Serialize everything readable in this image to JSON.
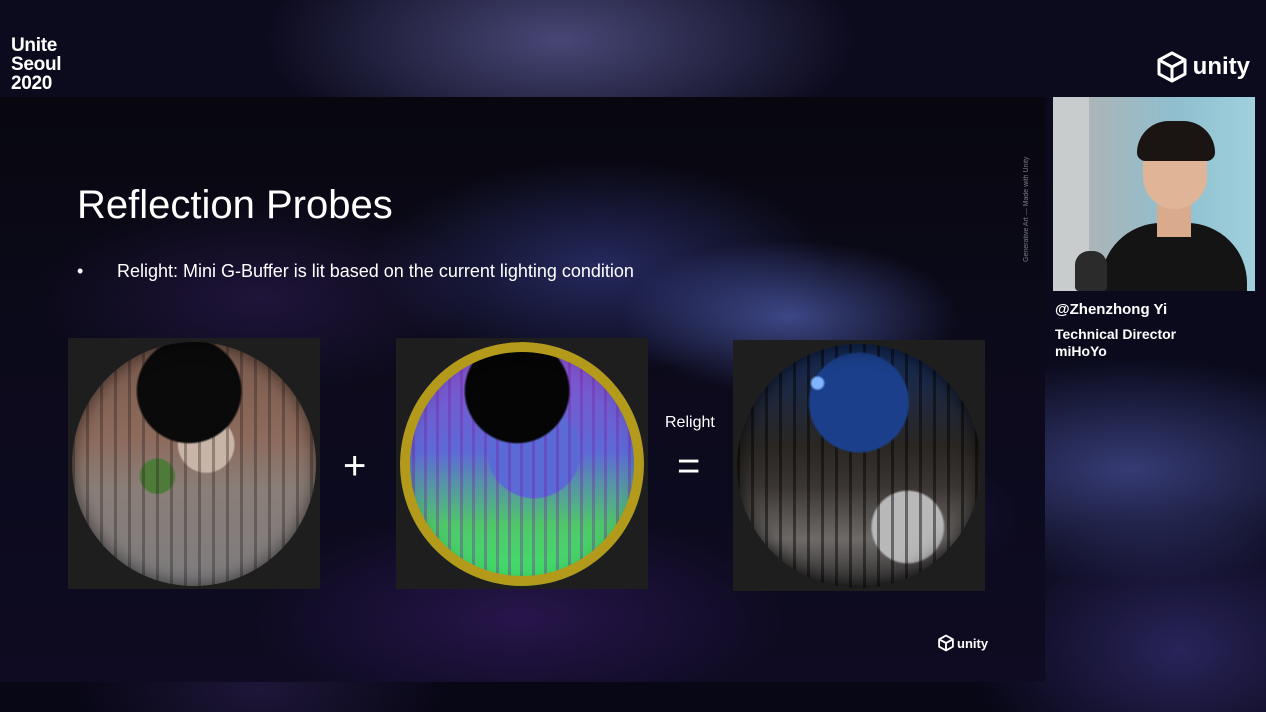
{
  "event": {
    "line1": "Unite",
    "line2": "Seoul",
    "line3": "2020"
  },
  "top_logo": {
    "text": "unity"
  },
  "slide": {
    "vertical_credit": "Generative Art — Made with Unity",
    "title": "Reflection Probes",
    "bullet_symbol": "•",
    "bullet": "Relight: Mini G-Buffer is lit based on the current lighting condition",
    "plus": "+",
    "equals": "=",
    "relight_label": "Relight",
    "footer_logo": "unity"
  },
  "speaker": {
    "handle": "@Zhenzhong Yi",
    "role": "Technical Director",
    "company": "miHoYo"
  }
}
